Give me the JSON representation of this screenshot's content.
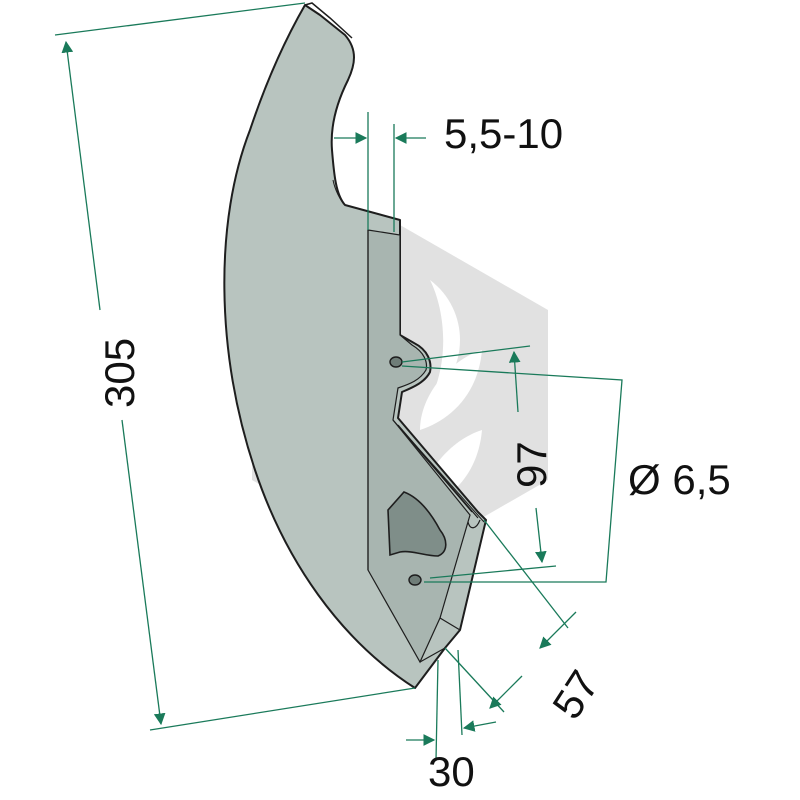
{
  "dimensions": {
    "height": "305",
    "thickness_range": "5,5-10",
    "hole_spacing": "97",
    "hole_diameter": "Ø 6,5",
    "slot_offset": "57",
    "tip_width": "30"
  },
  "colors": {
    "blade_fill": "#b8c4bf",
    "blade_shade": "#a3b0ab",
    "outline": "#1e1e1e",
    "dimension_line": "#1a7a5a",
    "watermark": "#d9d9d9"
  },
  "icons": {
    "watermark": "wheat-hexagon-icon"
  }
}
